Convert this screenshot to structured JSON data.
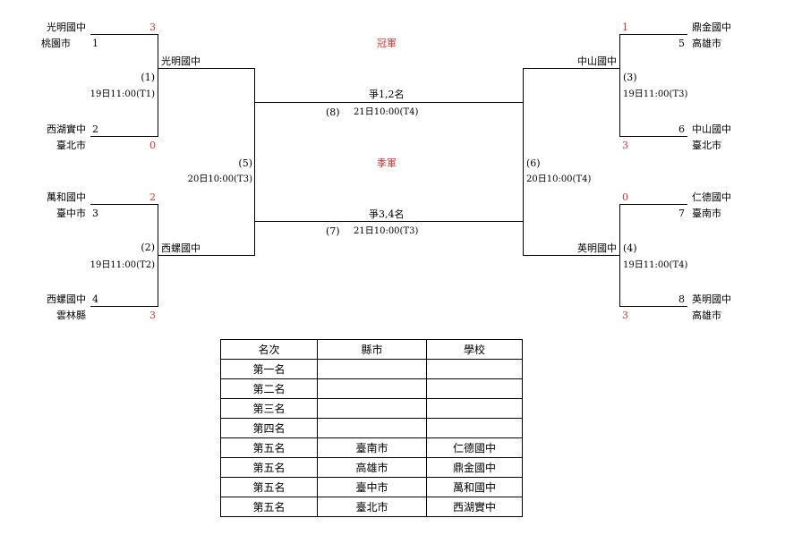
{
  "titles": {
    "champion": "冠軍",
    "third": "季軍"
  },
  "teams": {
    "t1": {
      "school": "光明國中",
      "city": "桃園市",
      "seed": "1",
      "score": "3"
    },
    "t2": {
      "school": "西湖實中",
      "city": "臺北市",
      "seed": "2",
      "score": "0"
    },
    "t3": {
      "school": "萬和國中",
      "city": "臺中市",
      "seed": "3",
      "score": "2"
    },
    "t4": {
      "school": "西螺國中",
      "city": "雲林縣",
      "seed": "4",
      "score": "3"
    },
    "t5": {
      "school": "鼎金國中",
      "city": "高雄市",
      "seed": "5",
      "score": "1"
    },
    "t6": {
      "school": "中山國中",
      "city": "臺北市",
      "seed": "6",
      "score": "3"
    },
    "t7": {
      "school": "仁德國中",
      "city": "臺南市",
      "seed": "7",
      "score": "0"
    },
    "t8": {
      "school": "英明國中",
      "city": "高雄市",
      "seed": "8",
      "score": "3"
    }
  },
  "matches": {
    "m1": {
      "no": "(1)",
      "time": "19日11:00(T1)",
      "winner": "光明國中"
    },
    "m2": {
      "no": "(2)",
      "time": "19日11:00(T2)",
      "winner": "西螺國中"
    },
    "m3": {
      "no": "(3)",
      "time": "19日11:00(T3)",
      "winner": "中山國中"
    },
    "m4": {
      "no": "(4)",
      "time": "19日11:00(T4)",
      "winner": "英明國中"
    },
    "m5": {
      "no": "(5)",
      "time": "20日10:00(T3)"
    },
    "m6": {
      "no": "(6)",
      "time": "20日10:00(T4)"
    },
    "m7": {
      "no": "(7)",
      "title": "爭3,4名",
      "time": "21日10:00(T3)"
    },
    "m8": {
      "no": "(8)",
      "title": "爭1,2名",
      "time": "21日10:00(T4)"
    }
  },
  "ranking": {
    "headers": [
      "名次",
      "縣市",
      "學校"
    ],
    "rows": [
      [
        "第一名",
        "",
        ""
      ],
      [
        "第二名",
        "",
        ""
      ],
      [
        "第三名",
        "",
        ""
      ],
      [
        "第四名",
        "",
        ""
      ],
      [
        "第五名",
        "臺南市",
        "仁德國中"
      ],
      [
        "第五名",
        "高雄市",
        "鼎金國中"
      ],
      [
        "第五名",
        "臺中市",
        "萬和國中"
      ],
      [
        "第五名",
        "臺北市",
        "西湖實中"
      ]
    ]
  },
  "colors": {
    "score": "#e03030",
    "line": "#000000"
  }
}
